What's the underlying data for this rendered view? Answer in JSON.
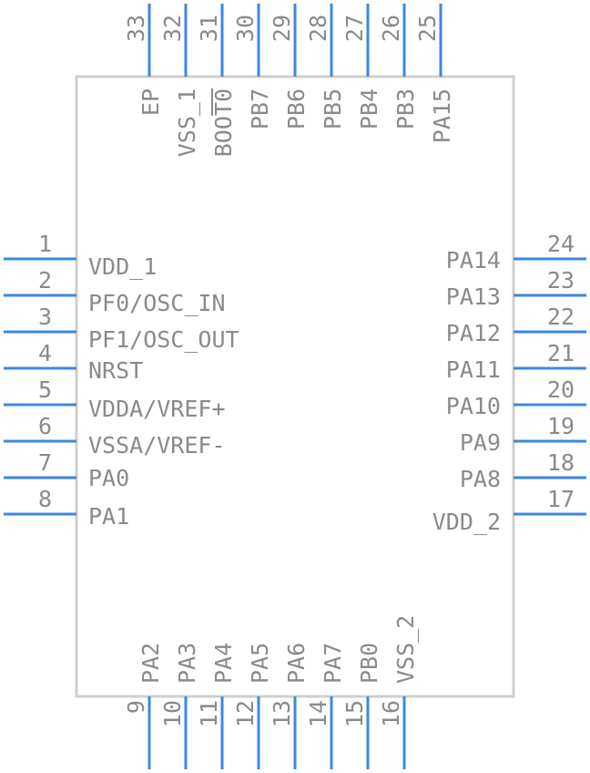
{
  "colors": {
    "body_outline": "#cfcfcf",
    "pin_line": "#3b87e6",
    "text": "#8a8a8a"
  },
  "component": {
    "left_pins": [
      {
        "number": "1",
        "name": "VDD_1"
      },
      {
        "number": "2",
        "name": "PF0/OSC_IN"
      },
      {
        "number": "3",
        "name": "PF1/OSC_OUT"
      },
      {
        "number": "4",
        "name": "NRST"
      },
      {
        "number": "5",
        "name": "VDDA/VREF+"
      },
      {
        "number": "6",
        "name": "VSSA/VREF-"
      },
      {
        "number": "7",
        "name": "PA0"
      },
      {
        "number": "8",
        "name": "PA1"
      }
    ],
    "bottom_pins": [
      {
        "number": "9",
        "name": "PA2"
      },
      {
        "number": "10",
        "name": "PA3"
      },
      {
        "number": "11",
        "name": "PA4"
      },
      {
        "number": "12",
        "name": "PA5"
      },
      {
        "number": "13",
        "name": "PA6"
      },
      {
        "number": "14",
        "name": "PA7"
      },
      {
        "number": "15",
        "name": "PB0"
      },
      {
        "number": "16",
        "name": "VSS_2"
      }
    ],
    "right_pins": [
      {
        "number": "17",
        "name": "VDD_2"
      },
      {
        "number": "18",
        "name": "PA8"
      },
      {
        "number": "19",
        "name": "PA9"
      },
      {
        "number": "20",
        "name": "PA10"
      },
      {
        "number": "21",
        "name": "PA11"
      },
      {
        "number": "22",
        "name": "PA12"
      },
      {
        "number": "23",
        "name": "PA13"
      },
      {
        "number": "24",
        "name": "PA14"
      }
    ],
    "top_pins": [
      {
        "number": "25",
        "name": "PA15"
      },
      {
        "number": "26",
        "name": "PB3"
      },
      {
        "number": "27",
        "name": "PB4"
      },
      {
        "number": "28",
        "name": "PB5"
      },
      {
        "number": "29",
        "name": "PB6"
      },
      {
        "number": "30",
        "name": "PB7"
      },
      {
        "number": "31",
        "name": "BOOT0"
      },
      {
        "number": "32",
        "name": "VSS_1"
      },
      {
        "number": "33",
        "name": "EP"
      }
    ]
  }
}
